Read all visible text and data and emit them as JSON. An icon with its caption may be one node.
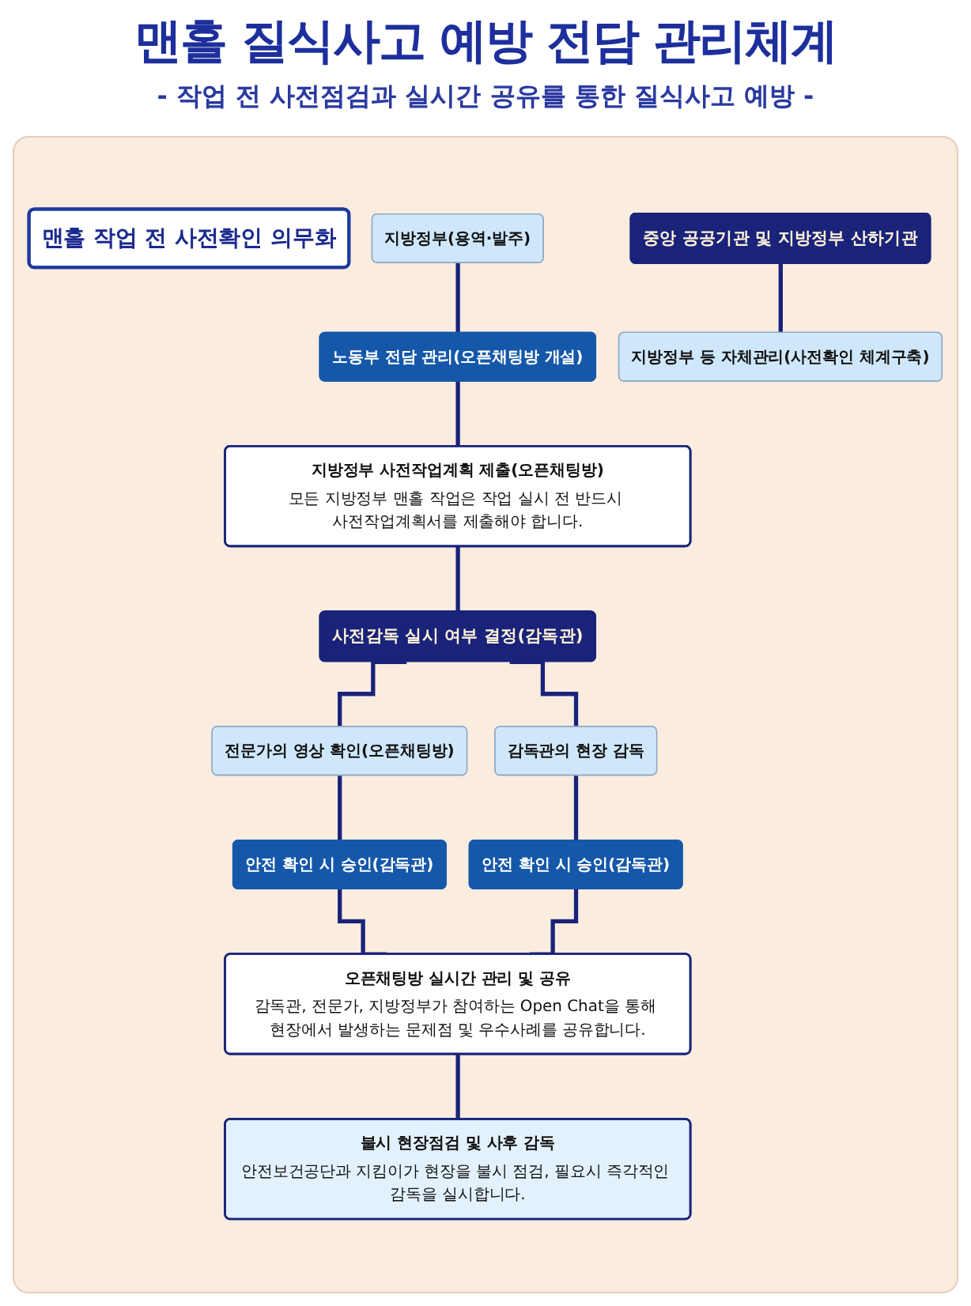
{
  "diagram": {
    "title": "맨홀 질식사고 예방 전담 관리체계",
    "nodes": [
      {
        "text": [
          "맨홀 작업 전 사전확인 의무화"
        ]
      },
      {
        "text": [
          "지방정부(용역·발주)"
        ]
      },
      {
        "text": [
          "중앙 공공기관 및 지방정부 산하기관"
        ]
      },
      {
        "text": [
          "노동부 전담 관리(오픈채팅방 개설)"
        ]
      },
      {
        "text": [
          "지방정부 등 자체관리(사전확인 체계구축)"
        ]
      },
      {
        "text": [
          "지방정부 사전작업계획 제출(오픈채팅방)",
          "모든 지방정부 맨홀 작업은 작업 실시 전 반드시 사전작업계획서를 제출해야 합니다."
        ]
      },
      {
        "text": [
          "사전감독 실시 여부 결정(감독관)"
        ]
      },
      {
        "text": [
          "전문가의 영상 확인(오픈채팅방)"
        ]
      },
      {
        "text": [
          "감독관의 현장 감독"
        ]
      },
      {
        "text": [
          "안전 확인 시 승인(감독관)"
        ]
      },
      {
        "text": [
          "안전 확인 시 승인(감독관)"
        ]
      },
      {
        "text": [
          "오픈채팅방 실시간 관리 및 공유",
          "감독관, 전문가, 지방정부가 참여하는 Open Chat을 통해 현장에서 발생하는 문제점 및 우수사례를 공유합니다."
        ]
      },
      {
        "text": [
          "불시 현장점검 및 사후 감독",
          "안전보건공단과 지킴이가 현장을 불시 점검, 필요시 즉각적인 감독을 실시합니다."
        ]
      }
    ],
    "edges": [
      {
        "from": 1,
        "to": 3,
        "arrow": "none"
      },
      {
        "from": 2,
        "to": 4,
        "arrow": "none"
      },
      {
        "from": 3,
        "to": 5,
        "arrow": "none"
      },
      {
        "from": 5,
        "to": 6,
        "arrow": "none"
      },
      {
        "from": 6,
        "to": 7,
        "arrow": "none"
      },
      {
        "from": 6,
        "to": 8,
        "arrow": "none"
      },
      {
        "from": 7,
        "to": 9,
        "arrow": "none"
      },
      {
        "from": 8,
        "to": 10,
        "arrow": "none"
      },
      {
        "from": 9,
        "to": 11,
        "arrow": "none"
      },
      {
        "from": 10,
        "to": 11,
        "arrow": "none"
      },
      {
        "from": 11,
        "to": 12,
        "arrow": "none"
      }
    ],
    "labels": [
      "- 작업 전 사전점검과 실시간 공유를 통한 질식사고 예방 -"
    ]
  }
}
